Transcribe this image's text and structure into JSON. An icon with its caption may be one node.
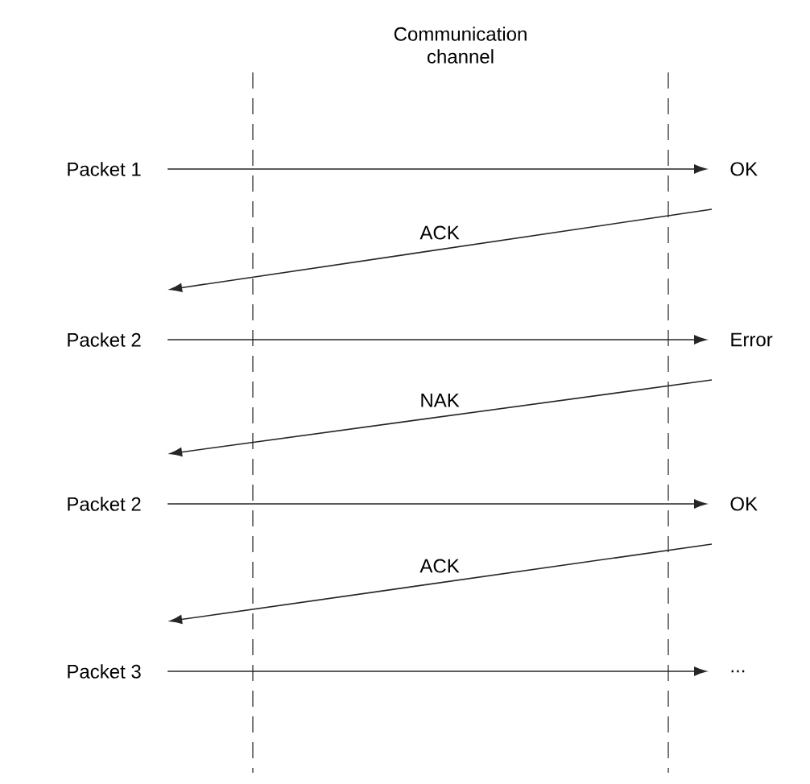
{
  "diagram": {
    "nodes": [
      {
        "text": [
          "Packet 1"
        ]
      },
      {
        "text": [
          "OK"
        ]
      },
      {
        "text": [
          "Packet 2"
        ]
      },
      {
        "text": [
          "Error"
        ]
      },
      {
        "text": [
          "Packet 2"
        ]
      },
      {
        "text": [
          "OK"
        ]
      },
      {
        "text": [
          "Packet 3"
        ]
      },
      {
        "text": [
          "..."
        ]
      }
    ],
    "edges": [
      {
        "from": 0,
        "to": 1,
        "arrow": "to"
      },
      {
        "from": 1,
        "to": 2,
        "arrow": "to",
        "label": "ACK"
      },
      {
        "from": 2,
        "to": 3,
        "arrow": "to"
      },
      {
        "from": 3,
        "to": 4,
        "arrow": "to",
        "label": "NAK"
      },
      {
        "from": 4,
        "to": 5,
        "arrow": "to"
      },
      {
        "from": 5,
        "to": 6,
        "arrow": "to",
        "label": "ACK"
      },
      {
        "from": 6,
        "to": 7,
        "arrow": "to"
      }
    ],
    "labels": [
      "Communication channel"
    ]
  }
}
